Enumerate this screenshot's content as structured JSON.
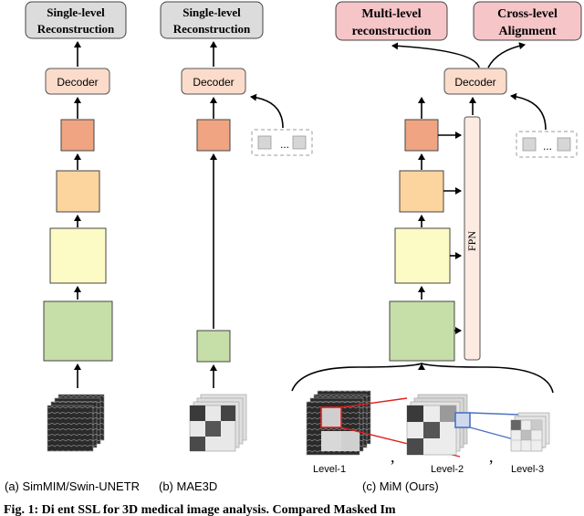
{
  "panel_a": {
    "output_title_line1": "Single-level",
    "output_title_line2": "Reconstruction",
    "decoder_label": "Decoder",
    "caption": "(a) SimMIM/Swin-UNETR"
  },
  "panel_b": {
    "output_title_line1": "Single-level",
    "output_title_line2": "Reconstruction",
    "decoder_label": "Decoder",
    "mask_ellipsis": "...",
    "caption": "(b) MAE3D"
  },
  "panel_c": {
    "output1_line1": "Multi-level",
    "output1_line2": "reconstruction",
    "output2_line1": "Cross-level",
    "output2_line2": "Alignment",
    "decoder_label": "Decoder",
    "fpn_label": "FPN",
    "mask_ellipsis": "...",
    "level1_label": "Level-1",
    "level2_label": "Level-2",
    "level3_label": "Level-3",
    "comma1": ",",
    "comma2": ",",
    "caption": "(c) MiM (Ours)"
  },
  "bottom_line": "Fig. 1: Di    ent SSL for 3D medical image analysis. Compared Masked Im",
  "colors": {
    "gray_box": "#dcdcdc",
    "red_box": "#f6c5c8",
    "decoder_fill": "#fbdccb",
    "level4": "#f0a481",
    "level3": "#fbd49e",
    "level2": "#fdfbc5",
    "level1": "#c6dea7",
    "fpn_fill": "#fdeae1",
    "level1_frame": "#e02020",
    "level2_frame": "#4a72c4"
  }
}
